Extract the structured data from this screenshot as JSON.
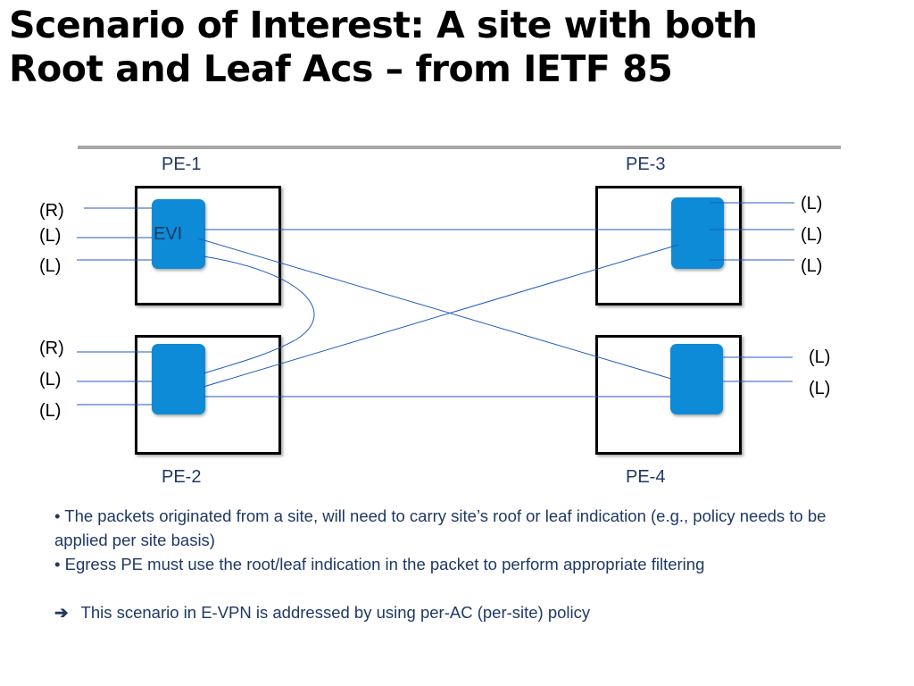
{
  "title": {
    "line1": "Scenario of Interest: A site with both",
    "line2": "Root and Leaf Acs – from IETF 85"
  },
  "diagram": {
    "pe1_label": "PE-1",
    "pe2_label": "PE-2",
    "pe3_label": "PE-3",
    "pe4_label": "PE-4",
    "evi_label": "EVI",
    "pe1_acs": [
      "(R)",
      "(L)",
      "(L)"
    ],
    "pe2_acs": [
      "(R)",
      "(L)",
      "(L)"
    ],
    "pe3_acs": [
      "(L)",
      "(L)",
      "(L)"
    ],
    "pe4_acs": [
      "(L)",
      "(L)"
    ],
    "colors": {
      "evi_fill": "#0d8bd6",
      "link": "#1f5bbf",
      "label": "#1f3864"
    }
  },
  "bullets": {
    "b1": "• The packets originated from a site, will need to carry site’s roof or leaf indication (e.g., policy needs to be applied per site basis)",
    "b2": "• Egress PE must use the root/leaf indication in the packet to perform appropriate filtering",
    "arrow_icon": "➔",
    "b3": "This scenario in E-VPN is addressed by using per-AC (per-site) policy"
  }
}
